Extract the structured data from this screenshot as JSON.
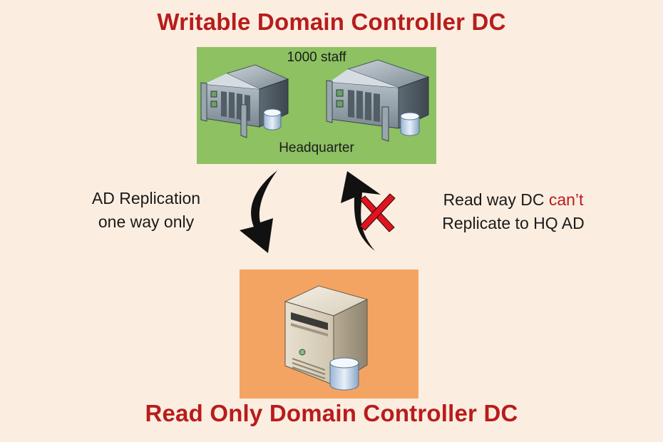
{
  "titles": {
    "top": "Writable Domain Controller DC",
    "bottom": "Read Only Domain Controller DC"
  },
  "headquarter_box": {
    "staff": "1000 staff",
    "name": "Headquarter",
    "color": "#8dc162"
  },
  "readonly_box": {
    "color": "#f4a462"
  },
  "left_note": {
    "line1": "AD Replication",
    "line2": "one way only"
  },
  "right_note": {
    "line1_prefix": "Read way DC ",
    "line1_highlight": "can’t",
    "line2": "Replicate to HQ AD"
  },
  "colors": {
    "background": "#fbeee0",
    "accent_red": "#b81c1c",
    "arrow": "#111111",
    "cross": "#e0141e"
  },
  "icons": [
    "rack-server-icon",
    "rack-server-icon",
    "tower-server-icon",
    "database-icon",
    "down-arrow-icon",
    "up-arrow-icon",
    "red-x-icon"
  ]
}
